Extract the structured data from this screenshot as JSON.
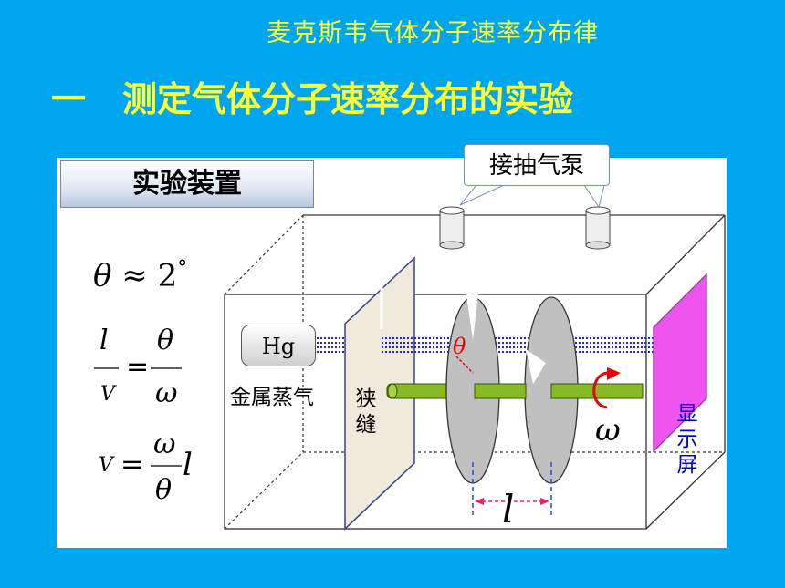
{
  "header": {
    "subtitle": "麦克斯韦气体分子速率分布律",
    "section_number": "一",
    "section_title": "测定气体分子速率分布的实验"
  },
  "diagram": {
    "badge": "实验装置",
    "pump_callout": "接抽气泵",
    "source_label": "Hg",
    "vapor_label": "金属蒸气",
    "slit_label": [
      "狭",
      "缝"
    ],
    "screen_label": [
      "显",
      "示",
      "屏"
    ],
    "disk_spacing_label": "l",
    "angle_label": "θ",
    "angular_velocity_label": "ω",
    "formulas": {
      "angle": {
        "lhs": "θ",
        "op": "≈",
        "rhs": "2",
        "sup": "°"
      },
      "ratio": {
        "num_left": "l",
        "den_left": "V",
        "eq": "=",
        "num_right": "θ",
        "den_right": "ω"
      },
      "speed": {
        "lhs": "V",
        "eq": "=",
        "num": "ω",
        "den": "θ",
        "suffix": "l"
      }
    },
    "colors": {
      "background": "#00a5f0",
      "title": "#ffff33",
      "beam": "#2222dd",
      "rod": "#88bb22",
      "disk": "#c0c0c0",
      "screen": "#ee55ee",
      "arrow": "#ee0000"
    }
  }
}
